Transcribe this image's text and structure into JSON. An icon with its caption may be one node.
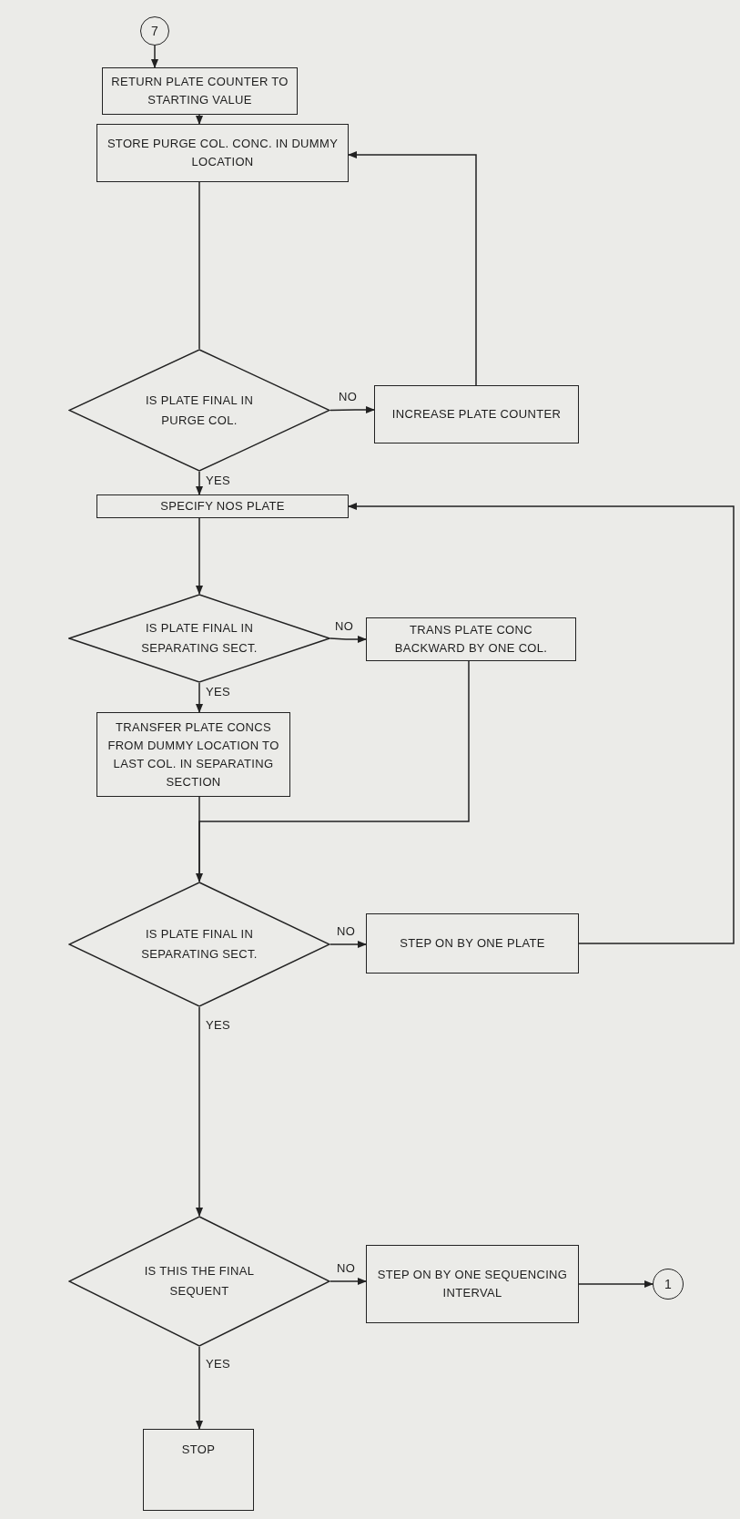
{
  "diagram": {
    "nodes": [
      {
        "text": [
          "7"
        ]
      },
      {
        "text": [
          "RETURN PLATE COUNTER TO STARTING VALUE"
        ]
      },
      {
        "text": [
          "STORE PURGE COL. CONC. IN DUMMY LOCATION"
        ]
      },
      {
        "text": [
          "IS PLATE FINAL IN PURGE COL."
        ]
      },
      {
        "text": [
          "INCREASE PLATE COUNTER"
        ]
      },
      {
        "text": [
          "SPECIFY NOS PLATE"
        ]
      },
      {
        "text": [
          "IS PLATE FINAL IN SEPARATING SECT."
        ]
      },
      {
        "text": [
          "TRANS PLATE CONC BACKWARD BY ONE COL."
        ]
      },
      {
        "text": [
          "TRANSFER PLATE CONCS FROM DUMMY LOCATION TO LAST COL. IN SEPARATING SECTION"
        ]
      },
      {
        "text": [
          "IS PLATE FINAL IN SEPARATING SECT."
        ]
      },
      {
        "text": [
          "STEP ON BY ONE PLATE"
        ]
      },
      {
        "text": [
          "IS THIS THE FINAL SEQUENT"
        ]
      },
      {
        "text": [
          "STEP ON BY ONE SEQUENCING INTERVAL"
        ]
      },
      {
        "text": [
          "1"
        ]
      },
      {
        "text": [
          "STOP"
        ]
      }
    ],
    "edges": [
      {
        "from": 0,
        "to": 1,
        "arrow": "to"
      },
      {
        "from": 1,
        "to": 2,
        "arrow": "to"
      },
      {
        "from": 2,
        "to": 3,
        "arrow": "none"
      },
      {
        "from": 3,
        "to": 4,
        "arrow": "to",
        "label": "NO"
      },
      {
        "from": 4,
        "to": 2,
        "arrow": "to"
      },
      {
        "from": 3,
        "to": 5,
        "arrow": "to",
        "label": "YES"
      },
      {
        "from": 5,
        "to": 6,
        "arrow": "to"
      },
      {
        "from": 6,
        "to": 7,
        "arrow": "to",
        "label": "NO"
      },
      {
        "from": 6,
        "to": 8,
        "arrow": "to",
        "label": "YES"
      },
      {
        "from": 7,
        "to": 9,
        "arrow": "to"
      },
      {
        "from": 8,
        "to": 9,
        "arrow": "none"
      },
      {
        "from": 9,
        "to": 10,
        "arrow": "to",
        "label": "NO"
      },
      {
        "from": 10,
        "to": 5,
        "arrow": "to"
      },
      {
        "from": 9,
        "to": 11,
        "arrow": "to",
        "label": "YES"
      },
      {
        "from": 11,
        "to": 12,
        "arrow": "to",
        "label": "NO"
      },
      {
        "from": 12,
        "to": 13,
        "arrow": "to"
      },
      {
        "from": 11,
        "to": 14,
        "arrow": "to",
        "label": "YES"
      }
    ]
  }
}
